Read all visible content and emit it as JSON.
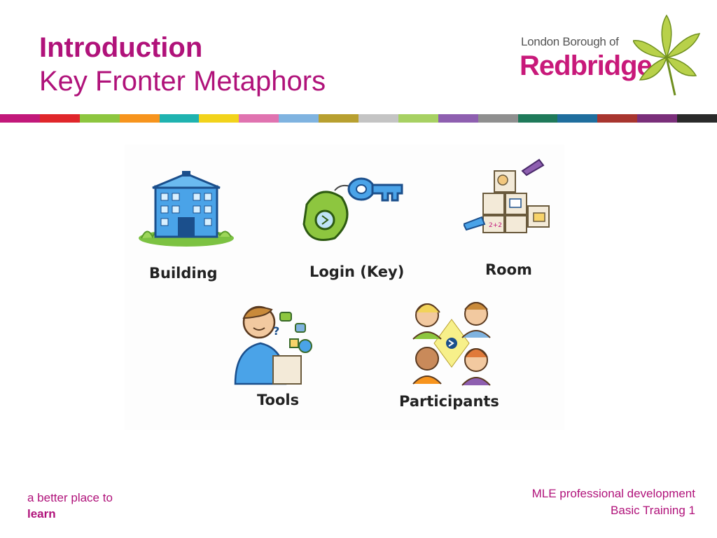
{
  "slide": {
    "title": "Introduction",
    "subtitle": "Key Fronter Metaphors"
  },
  "logo": {
    "line1": "London Borough of",
    "line2": "Redbridge",
    "icon": "chestnut-leaf-icon"
  },
  "stripe_colors": [
    "#c2187a",
    "#e0262b",
    "#8dc63f",
    "#f7941d",
    "#1fb3b0",
    "#f2d31b",
    "#e073b0",
    "#7fb3e0",
    "#b8a030",
    "#c4c4c4",
    "#a7d163",
    "#8e5fb0",
    "#8f8f8f",
    "#1f7a5a",
    "#1f6e9e",
    "#a8352f",
    "#7a2f7a",
    "#2a2a2a"
  ],
  "metaphors": [
    {
      "label": "Building",
      "icon": "building-icon"
    },
    {
      "label": "Login (Key)",
      "icon": "key-icon"
    },
    {
      "label": "Room",
      "icon": "room-cubes-icon"
    },
    {
      "label": "Tools",
      "icon": "tools-person-icon"
    },
    {
      "label": "Participants",
      "icon": "participants-icon"
    }
  ],
  "footer": {
    "tagline_line1": "a better place to",
    "tagline_line2": "learn",
    "course_line1": "MLE professional development",
    "course_line2": "Basic Training 1"
  }
}
